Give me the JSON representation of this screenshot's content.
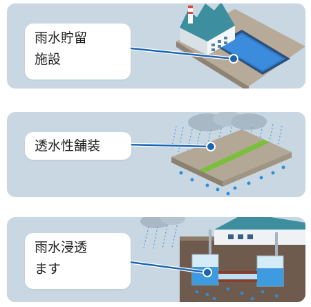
{
  "panels": [
    {
      "label": "雨水貯留\n施設"
    },
    {
      "label": "透水性舗装"
    },
    {
      "label": "雨水浸透\nます"
    }
  ],
  "colors": {
    "panel_bg": "#c8d7e2",
    "label_bg": "#ffffff",
    "connector": "#1a66b3",
    "water": "#2f7fd0",
    "rain": "#4aa0d8",
    "green_strip": "#7cbf3a",
    "soil": "#6e5b4e",
    "roof": "#3d8fa0"
  }
}
